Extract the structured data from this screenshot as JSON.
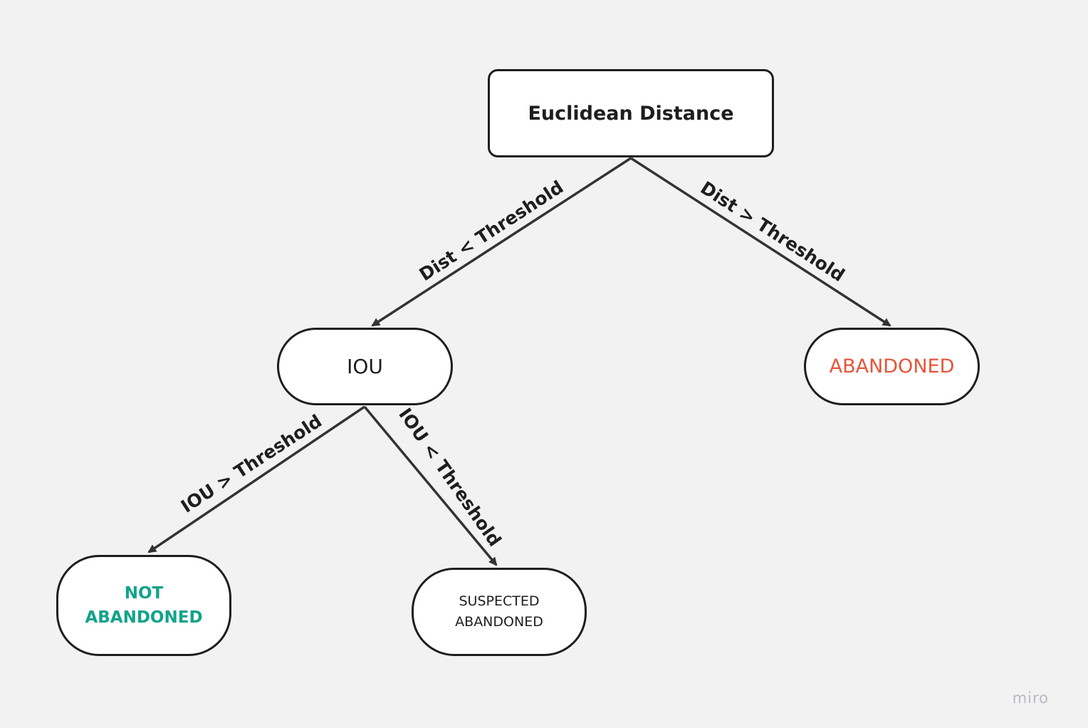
{
  "colors": {
    "background": "#f2f2f2",
    "stroke": "#1e1e1e",
    "abandoned": "#e6553a",
    "not_abandoned": "#11a38a",
    "watermark": "#b9b9c4"
  },
  "nodes": {
    "root": "Euclidean Distance",
    "iou": "IOU",
    "abandoned": "ABANDONED",
    "not_abandoned": [
      "NOT",
      "ABANDONED"
    ],
    "suspected": [
      "SUSPECTED",
      "ABANDONED"
    ]
  },
  "edges": {
    "dist_lt": "Dist < Threshold",
    "dist_gt": "Dist > Threshold",
    "iou_gt": "IOU > Threshold",
    "iou_lt": "IOU < Threshold"
  },
  "watermark": "miro"
}
